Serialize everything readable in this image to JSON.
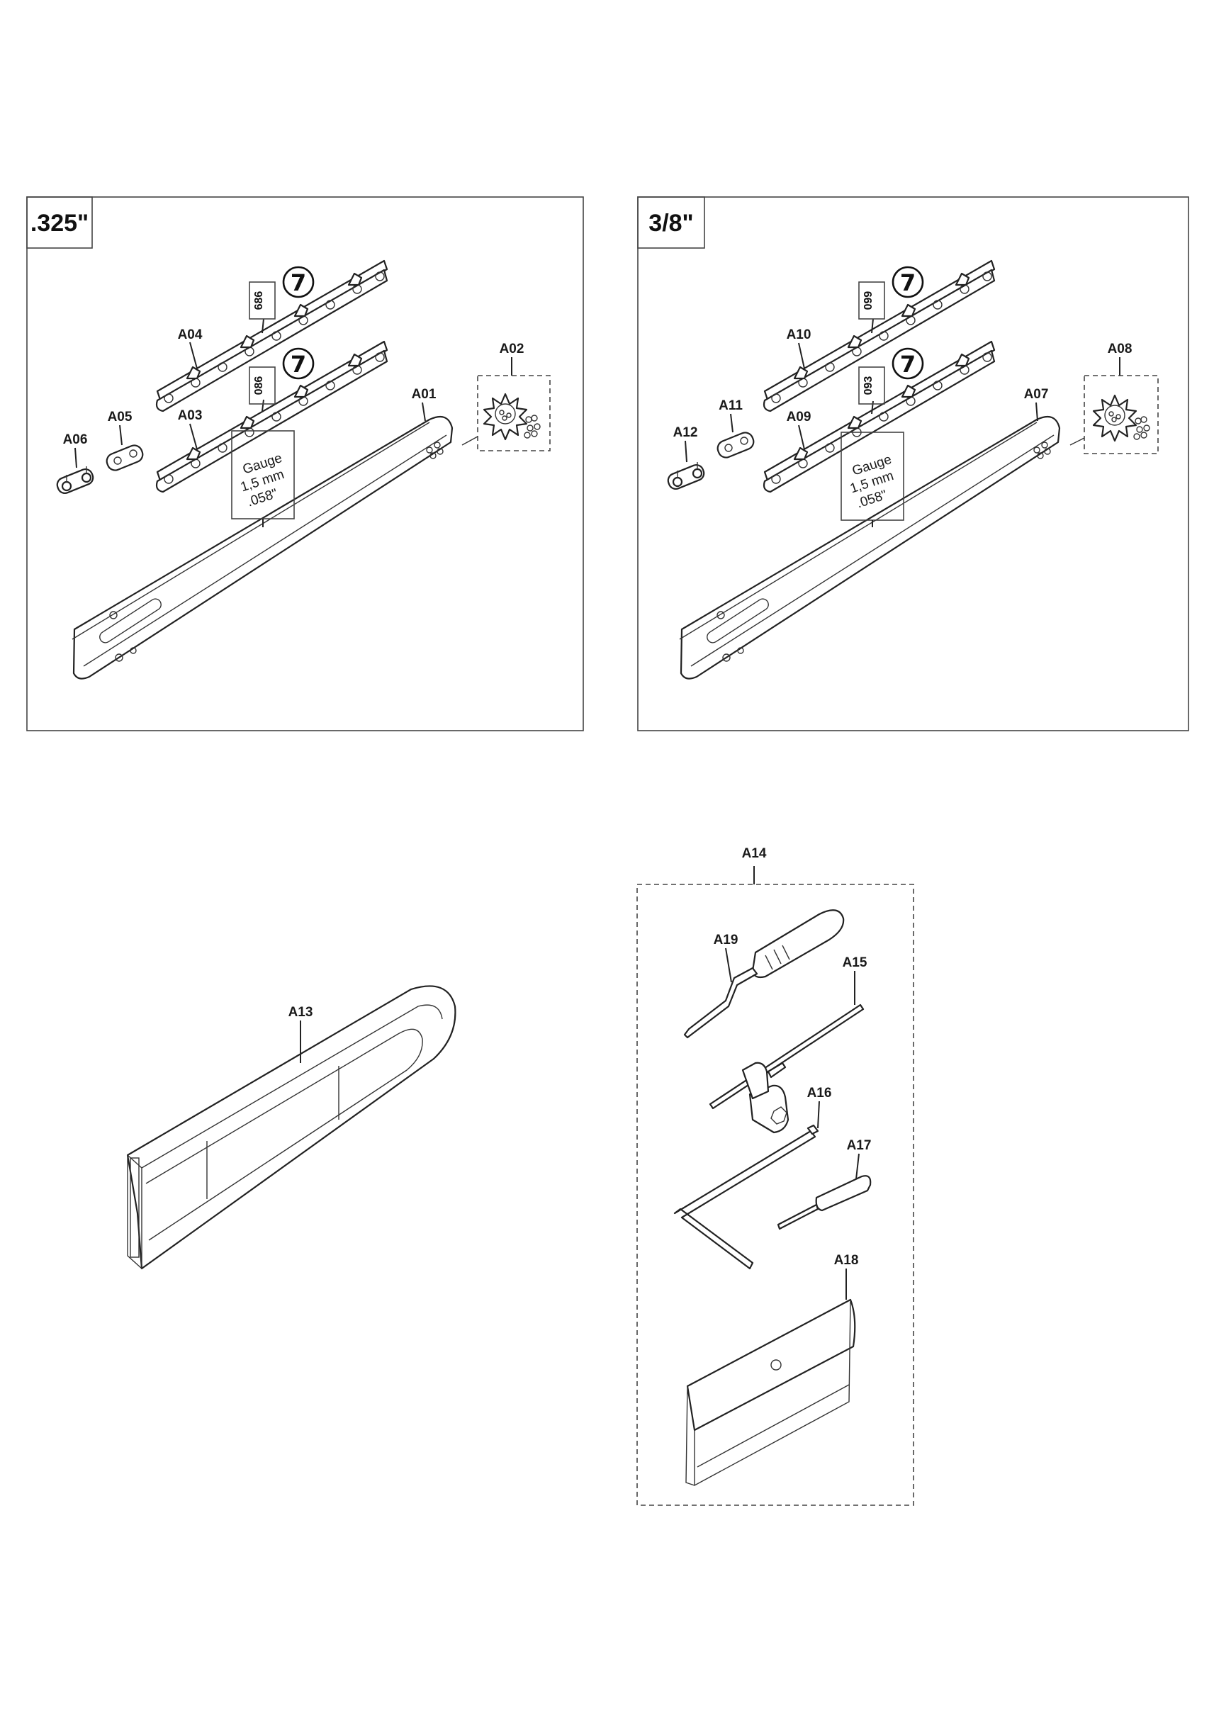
{
  "panels": {
    "left": {
      "pitch_label": ".325\"",
      "bar_label": "A01",
      "sprocket_label": "A02",
      "chain_low_label": "A03",
      "chain_high_label": "A04",
      "link_label": "A05",
      "rivet_label": "A06",
      "chain_high_code": "686",
      "chain_low_code": "086",
      "gauge_lines": [
        "Gauge",
        "1,5 mm",
        ".058\""
      ]
    },
    "right": {
      "pitch_label": "3/8\"",
      "bar_label": "A07",
      "sprocket_label": "A08",
      "chain_low_label": "A09",
      "chain_high_label": "A10",
      "link_label": "A11",
      "rivet_label": "A12",
      "chain_high_code": "099",
      "chain_low_code": "093",
      "gauge_lines": [
        "Gauge",
        "1,5 mm",
        ".058\""
      ]
    }
  },
  "badge_glyph": "7",
  "bar_cover_label": "A13",
  "tool_kit": {
    "kit_label": "A14",
    "bar_tool_label": "A15",
    "hex_key_label": "A16",
    "screwdriver_label": "A17",
    "file_gauge_label": "A18",
    "file_label": "A19"
  }
}
